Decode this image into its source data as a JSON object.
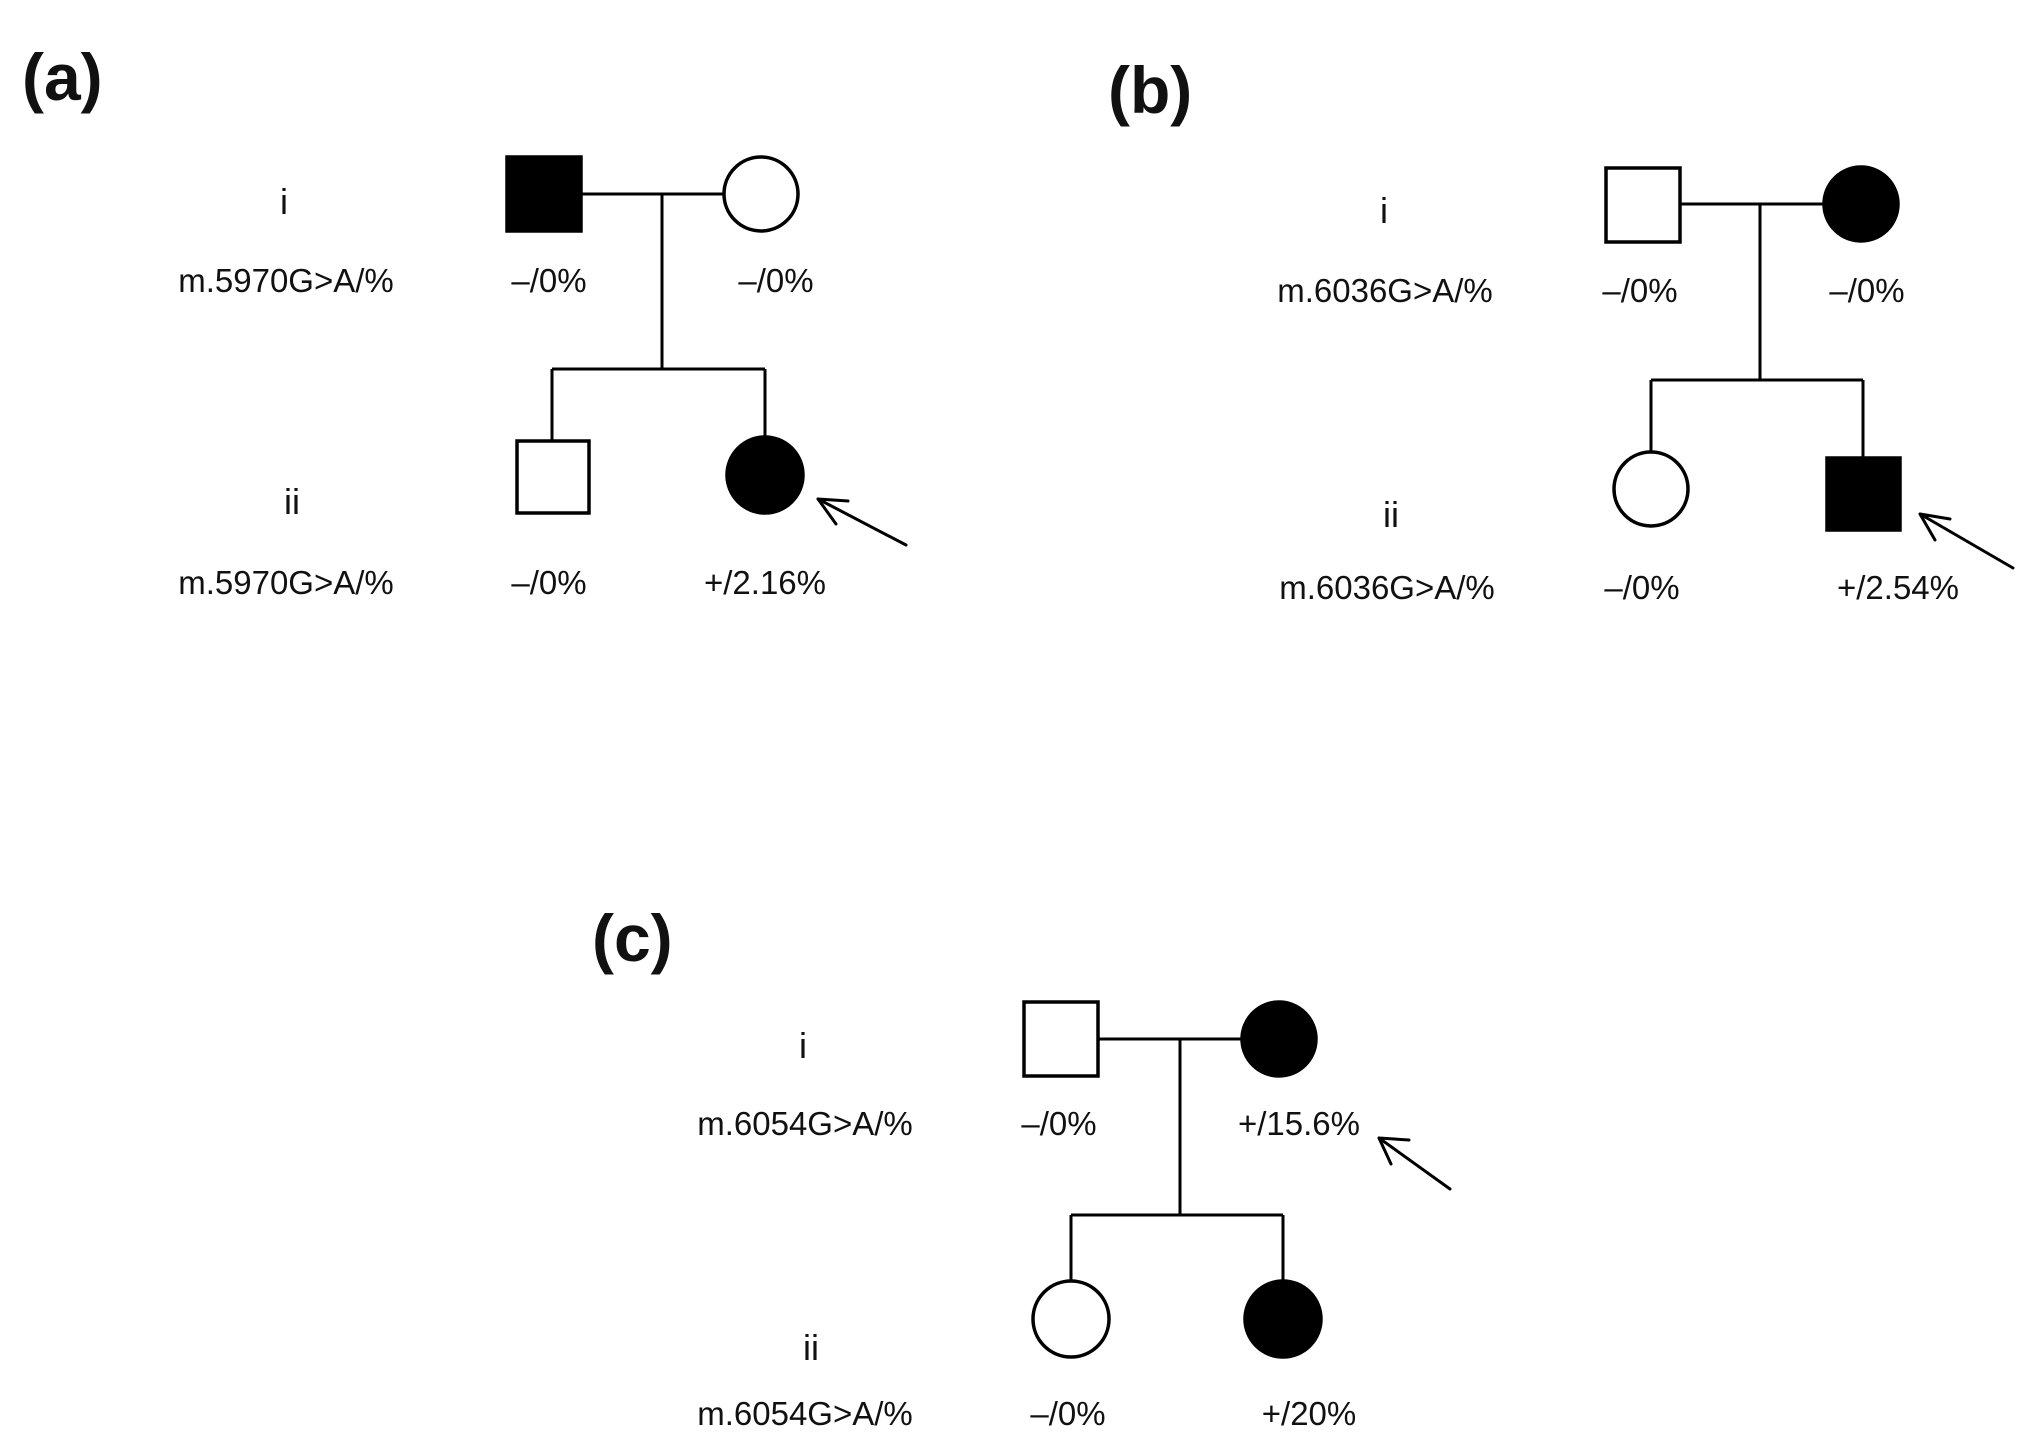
{
  "colors": {
    "affected": "#000000",
    "unaffected": "#ffffff",
    "line": "#000000",
    "background": "#ffffff"
  },
  "panels": [
    {
      "label": "(a)",
      "generation_labels": [
        "i",
        "ii"
      ],
      "variant_label_i": "m.5970G>A/%",
      "variant_label_ii": "m.5970G>A/%",
      "members": [
        {
          "generation": "i",
          "sex": "male",
          "affected": true,
          "status": "–/0%",
          "proband": false
        },
        {
          "generation": "i",
          "sex": "female",
          "affected": false,
          "status": "–/0%",
          "proband": false
        },
        {
          "generation": "ii",
          "sex": "male",
          "affected": false,
          "status": "–/0%",
          "proband": false
        },
        {
          "generation": "ii",
          "sex": "female",
          "affected": true,
          "status": "+/2.16%",
          "proband": true
        }
      ]
    },
    {
      "label": "(b)",
      "generation_labels": [
        "i",
        "ii"
      ],
      "variant_label_i": "m.6036G>A/%",
      "variant_label_ii": "m.6036G>A/%",
      "members": [
        {
          "generation": "i",
          "sex": "male",
          "affected": false,
          "status": "–/0%",
          "proband": false
        },
        {
          "generation": "i",
          "sex": "female",
          "affected": true,
          "status": "–/0%",
          "proband": false
        },
        {
          "generation": "ii",
          "sex": "female",
          "affected": false,
          "status": "–/0%",
          "proband": false
        },
        {
          "generation": "ii",
          "sex": "male",
          "affected": true,
          "status": "+/2.54%",
          "proband": true
        }
      ]
    },
    {
      "label": "(c)",
      "generation_labels": [
        "i",
        "ii"
      ],
      "variant_label_i": "m.6054G>A/%",
      "variant_label_ii": "m.6054G>A/%",
      "members": [
        {
          "generation": "i",
          "sex": "male",
          "affected": false,
          "status": "–/0%",
          "proband": false
        },
        {
          "generation": "i",
          "sex": "female",
          "affected": true,
          "status": "+/15.6%",
          "proband": true
        },
        {
          "generation": "ii",
          "sex": "female",
          "affected": false,
          "status": "–/0%",
          "proband": false
        },
        {
          "generation": "ii",
          "sex": "female",
          "affected": true,
          "status": "+/20%",
          "proband": false
        }
      ]
    }
  ]
}
